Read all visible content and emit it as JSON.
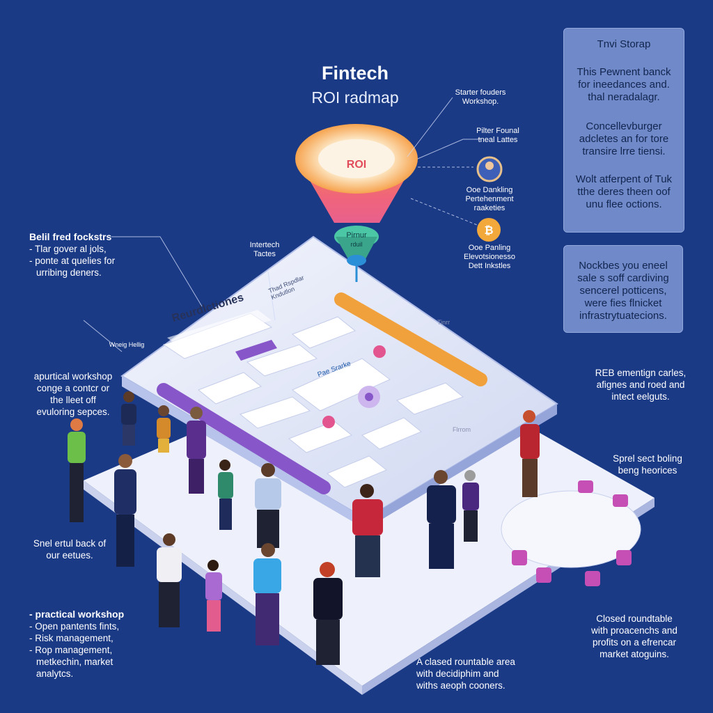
{
  "header": {
    "title": "Fintech",
    "subtitle": "ROI radmap"
  },
  "funnel": {
    "top_label": "ROI",
    "bottom_label": "Pirnur",
    "bottom_sub": "rduil"
  },
  "callouts": {
    "starter": [
      "Starter fouders",
      "Workshop."
    ],
    "pilter": [
      "Pilter Founal",
      "tneal Lattes"
    ],
    "banking_top": [
      "Ooe Dankling",
      "Pertehenment",
      "raaketies"
    ],
    "banking_bottom": [
      "Ooe Panling",
      "Elevotsionesso",
      "Dett Inkstles"
    ],
    "intertech": [
      "Intertech",
      "Tactes"
    ]
  },
  "panel_top": {
    "title": "Tnvi Storap",
    "lines_1": [
      "This Pewnent banck",
      "for ineedances and.",
      "thal neradalagr."
    ],
    "lines_2": [
      "Concellevburger",
      "adcletes an for tore",
      "transire lrre tiensi."
    ],
    "lines_3": [
      "Wolt atferpent of Tuk",
      "tthe deres theen oof",
      "unu flee octions."
    ]
  },
  "panel_bottom": {
    "lines": [
      "Nockbes you eneel",
      "sale s soff cardiving",
      "sencerel potticens,",
      "were fies flnicket",
      "infrastrytuatecions."
    ]
  },
  "left_notes": {
    "bell": {
      "head": "Belil fred fockstrs",
      "lines": [
        "- Tlar gover al jols,",
        "- ponte at quelies for",
        "  urribing deners."
      ]
    },
    "workshop": [
      "apurtical workshop",
      "conge a contcr or",
      "the lleet off",
      "evuloring sepces."
    ],
    "small_back": [
      "Snel ertul back of",
      "our eetues."
    ],
    "practical": {
      "head": "- practical workshop",
      "lines": [
        "- Open pantents fints,",
        "- Risk management,",
        "- Rop management,",
        "  metkechin, market",
        "  analytcs."
      ]
    }
  },
  "right_notes": {
    "reb": [
      "REB ementign carles,",
      "afignes and roed and",
      "intect eelguts."
    ],
    "sprel": [
      "Sprel sect boling",
      "beng heorices"
    ],
    "closed": [
      "Closed roundtable",
      "with proacenchs and",
      "profits on a efrencar",
      "market atoguins."
    ]
  },
  "bottom_note": [
    "A clased rountable area",
    "with decidiphim and",
    "withs aeoph cooners."
  ],
  "board": {
    "heading": "Reurdlctiones",
    "left_tag": "Wneig Hellig",
    "center_card": "Pae Srarke",
    "top_right": "Thad Rspdlar Kndutlon",
    "far_right": "Tinrr",
    "bottom_right": "Flrrom"
  },
  "colors": {
    "background": "#1b3a86",
    "panel": "#6f89c9",
    "orange": "#f1a13b",
    "purple": "#8756c9",
    "board": "#e4e8f7"
  }
}
